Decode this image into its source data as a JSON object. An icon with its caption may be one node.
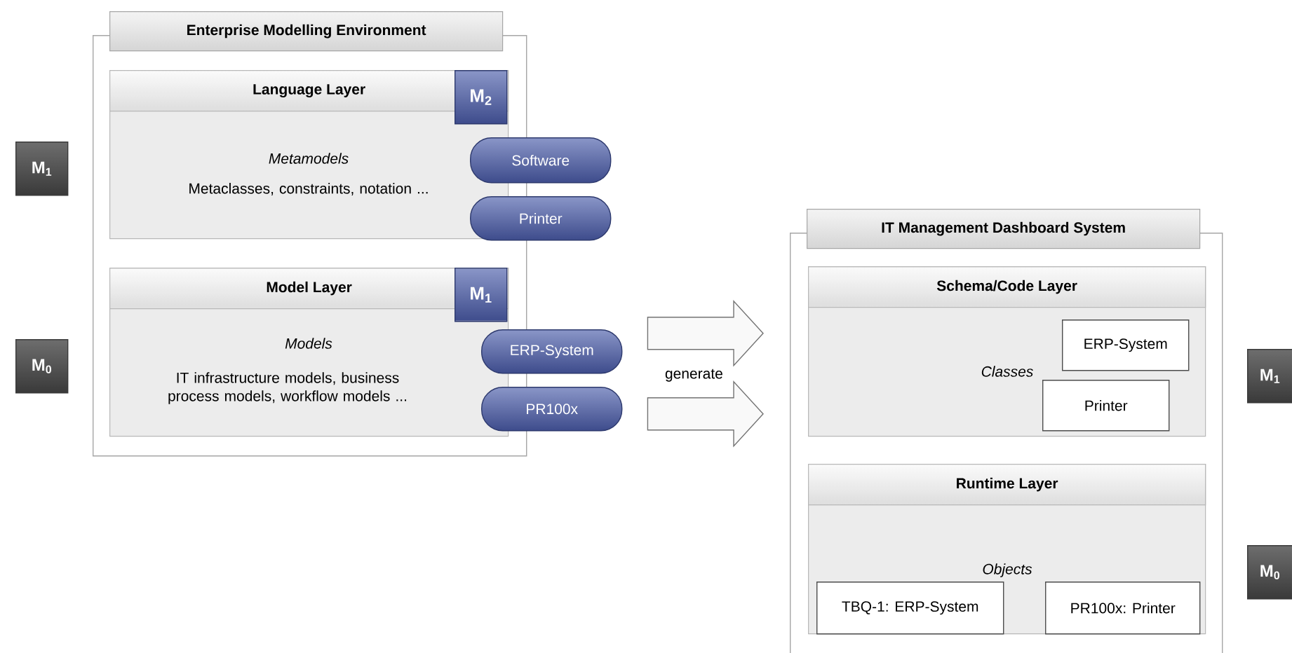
{
  "diagram": {
    "nodes": [
      {
        "text": [
          "Enterprise Modelling Environment"
        ]
      },
      {
        "text": [
          "Language Layer",
          "Metamodels",
          "Metaclasses, constraints, notation ..."
        ],
        "in": 0
      },
      {
        "text": [
          "M$_{2}$"
        ],
        "in": 1
      },
      {
        "text": [
          "Software"
        ]
      },
      {
        "text": [
          "Printer"
        ]
      },
      {
        "text": [
          "Model Layer",
          "Models",
          "IT infrastructure models, business process models, workflow models ..."
        ],
        "in": 0
      },
      {
        "text": [
          "M$_{1}$"
        ],
        "in": 5
      },
      {
        "text": [
          "ERP-System"
        ]
      },
      {
        "text": [
          "PR100x"
        ]
      },
      {
        "text": [
          "IT Management Dashboard System"
        ]
      },
      {
        "text": [
          "Schema/Code Layer",
          "Classes"
        ],
        "in": 9
      },
      {
        "text": [
          "ERP-System"
        ],
        "in": 10
      },
      {
        "text": [
          "Printer"
        ],
        "in": 10
      },
      {
        "text": [
          "Runtime Layer",
          "Objects"
        ],
        "in": 9
      },
      {
        "text": [
          "TBQ-1: ERP-System"
        ],
        "in": 13
      },
      {
        "text": [
          "PR100x: Printer"
        ],
        "in": 13
      },
      {
        "text": [
          "M$_{1}$"
        ]
      },
      {
        "text": [
          "M$_{0}$"
        ]
      },
      {
        "text": [
          "M$_{1}$"
        ]
      },
      {
        "text": [
          "M$_{0}$"
        ]
      }
    ],
    "edges": [
      {
        "from": 7,
        "to": 10,
        "arrow": "to",
        "label": "generate"
      },
      {
        "from": 8,
        "to": 10,
        "arrow": "to"
      }
    ]
  }
}
